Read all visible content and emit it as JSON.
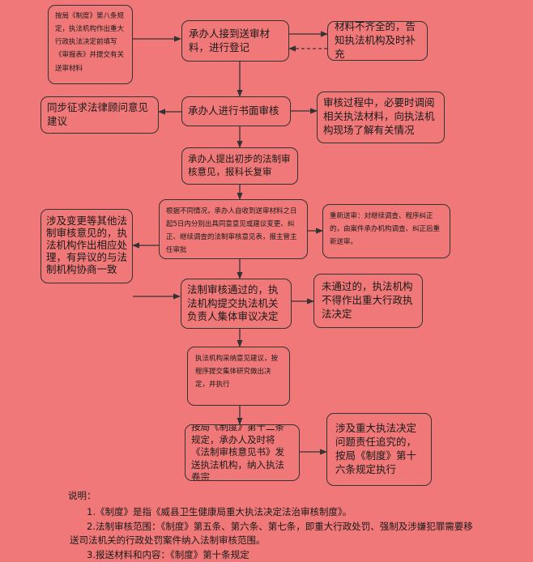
{
  "nodes": {
    "basis_box": "按局《制度》第八条规定，执法机构作出重大行政执法决定前填写《审报表》并提交有关送审材料",
    "accept_register": "承办人接到送审材料，进行登记",
    "incomplete_notice": "材料不齐全的，告知执法机构及时补充",
    "consult_legal": "同步征求法律顾问意见建议",
    "written_review": "承办人进行书面审核",
    "review_inquiry": "审核过程中，必要时调阅相关执法材料，向执法机构现场了解有关情况",
    "preliminary_opinion": "承办人提出初步的法制审核意见，报科长复审",
    "situation_box": "根据不同情况，承办人自收到送审材料之日起5日内分别出具同意意见或建议变更、纠正、继续调查的法制审核意见表，报主管主任审批",
    "resubmit_box": "重新送审：对继续调查、程序纠正的，由案件承办机构调查、纠正后重新送审。",
    "related_changes": "涉及变更等其他法制审核意见的，执法机构作出相应处理，有异议的与法制机构协商一致",
    "passed_review": "法制审核通过的，执法机构提交执法机关负责人集体审议决定",
    "not_passed": "未通过的，执法机构不得作出重大行政执法决定",
    "adopt_opinion": "执法机构采纳意见建议，按程序提交集体研究做出决定，并执行",
    "archive": "按局《制度》第十二条规定，承办人及时将《法制审核意见书》发送执法机构，纳入执法卷宗",
    "accountability": "涉及重大执法决定问题责任追究的，按局《制度》第十六条规定执行"
  },
  "notes": {
    "heading": "说明：",
    "line1": "1.《制度》是指《威县卫生健康局重大执法决定法治审核制度》。",
    "line2a": "2.法制审核范围：《制度》第五条、第六条、第七条，即重大行政处罚、强制及涉嫌犯罪需要移",
    "line2b": "送司法机关的行政处罚案件纳入法制审核范围。",
    "line3": "3.报送材料和内容：《制度》第十条规定"
  },
  "colors": {
    "background": "#f07878",
    "border": "#333333"
  }
}
